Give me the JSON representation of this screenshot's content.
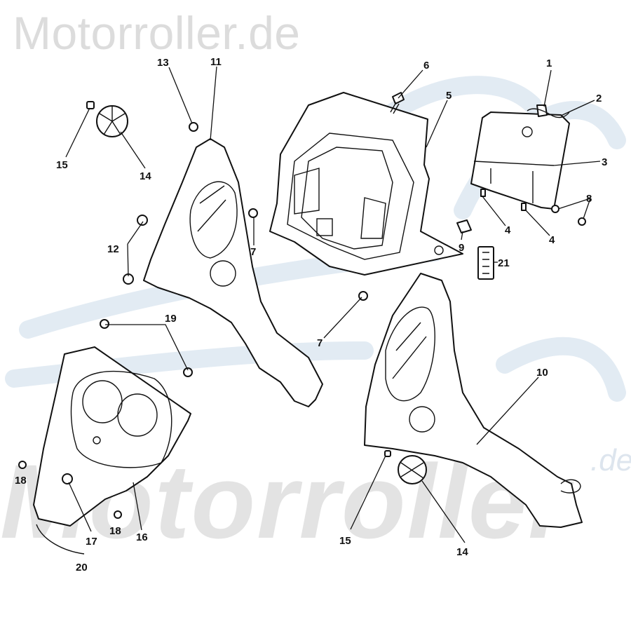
{
  "watermark": {
    "site_top": "Motorroller.de",
    "site_bottom": "Motorroller",
    "site_de": ".de"
  },
  "callouts": [
    {
      "id": "c1",
      "text": "1"
    },
    {
      "id": "c2",
      "text": "2"
    },
    {
      "id": "c3",
      "text": "3"
    },
    {
      "id": "c4a",
      "text": "4"
    },
    {
      "id": "c4b",
      "text": "4"
    },
    {
      "id": "c5",
      "text": "5"
    },
    {
      "id": "c6",
      "text": "6"
    },
    {
      "id": "c7a",
      "text": "7"
    },
    {
      "id": "c7b",
      "text": "7"
    },
    {
      "id": "c8",
      "text": "8"
    },
    {
      "id": "c9",
      "text": "9"
    },
    {
      "id": "c10",
      "text": "10"
    },
    {
      "id": "c11",
      "text": "11"
    },
    {
      "id": "c12",
      "text": "12"
    },
    {
      "id": "c13",
      "text": "13"
    },
    {
      "id": "c14a",
      "text": "14"
    },
    {
      "id": "c14b",
      "text": "14"
    },
    {
      "id": "c15a",
      "text": "15"
    },
    {
      "id": "c15b",
      "text": "15"
    },
    {
      "id": "c16",
      "text": "16"
    },
    {
      "id": "c17",
      "text": "17"
    },
    {
      "id": "c18a",
      "text": "18"
    },
    {
      "id": "c18b",
      "text": "18"
    },
    {
      "id": "c19",
      "text": "19"
    },
    {
      "id": "c20",
      "text": "20"
    },
    {
      "id": "c21",
      "text": "21"
    }
  ]
}
